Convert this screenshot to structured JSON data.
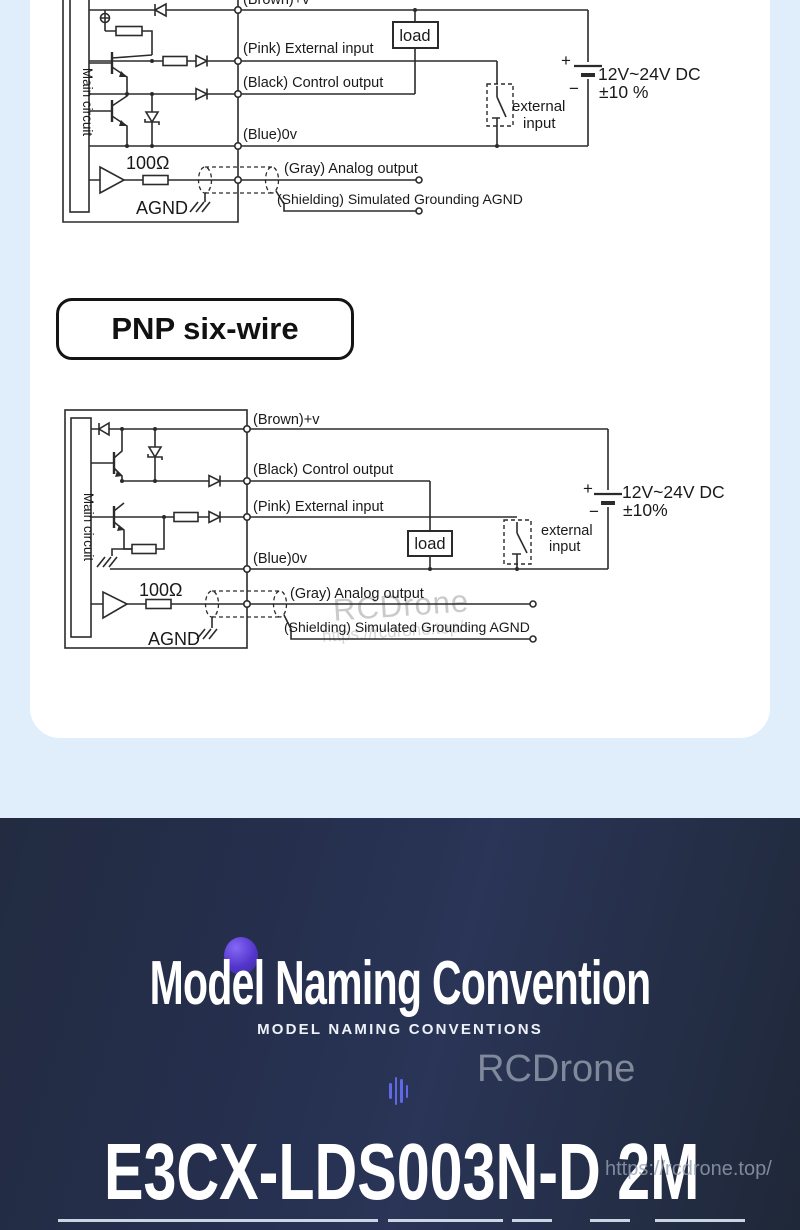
{
  "watermark": {
    "brand": "RCDrone",
    "url": "https://rcdrone.top/"
  },
  "heading_pnp": "PNP six-wire",
  "d1": {
    "main_circuit": "Main circuit",
    "brown": "(Brown)+v",
    "pink": "(Pink) External input",
    "black": "(Black) Control output",
    "blue": "(Blue)0v",
    "gray": "(Gray) Analog output",
    "shield": "(Shielding) Simulated Grounding AGND",
    "load": "load",
    "resistor": "100Ω",
    "agnd": "AGND",
    "plus": "+",
    "minus": "−",
    "voltage": "12V~24V DC",
    "tolerance": "±10 %",
    "ext1": "external",
    "ext2": "input"
  },
  "d2": {
    "main_circuit": "Main circuit",
    "brown": "(Brown)+v",
    "black": "(Black) Control output",
    "pink": "(Pink) External input",
    "blue": "(Blue)0v",
    "gray": "(Gray) Analog output",
    "shield": "(Shielding) Simulated Grounding AGND",
    "load": "load",
    "resistor": "100Ω",
    "agnd": "AGND",
    "plus": "+",
    "minus": "−",
    "voltage": "12V~24V DC",
    "tolerance": "±10%",
    "ext1": "external",
    "ext2": "input"
  },
  "naming": {
    "title": "Model Naming Convention",
    "subtitle": "MODEL NAMING CONVENTIONS",
    "model": "E3CX-LDS003N-D 2M"
  },
  "colors": {
    "page_bg": "#e0eefb",
    "card_bg": "#ffffff",
    "dark_bg": "#263050",
    "accent_purple": "#5b48d8",
    "line": "#2b2b2b"
  }
}
